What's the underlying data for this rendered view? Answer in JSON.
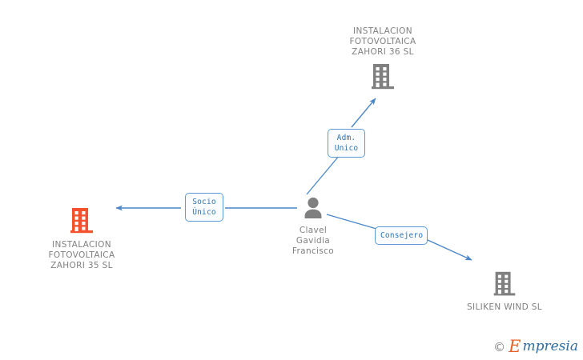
{
  "graph": {
    "title": "Empresia corporate relationship diagram",
    "colors": {
      "company_gray": "#808080",
      "company_orange": "#f4522e",
      "person_gray": "#7f7f7f",
      "edge_blue": "#4a86c8",
      "label_border": "#5b9bd5",
      "label_text": "#2e75b6",
      "caption_text": "#808080",
      "background": "#ffffff"
    },
    "nodes": [
      {
        "id": "zahori36",
        "kind": "company",
        "icon": "building-icon",
        "color": "#808080",
        "caption": "INSTALACION\nFOTOVOLTAICA\nZAHORI 36 SL",
        "caption_position": "top"
      },
      {
        "id": "zahori35",
        "kind": "company",
        "icon": "building-icon",
        "color": "#f4522e",
        "caption": "INSTALACION\nFOTOVOLTAICA\nZAHORI 35 SL",
        "caption_position": "bottom"
      },
      {
        "id": "person",
        "kind": "person",
        "icon": "person-icon",
        "color": "#7f7f7f",
        "caption": "Clavel\nGavidia\nFrancisco",
        "caption_position": "bottom"
      },
      {
        "id": "siliken",
        "kind": "company",
        "icon": "building-icon",
        "color": "#808080",
        "caption": "SILIKEN WIND SL",
        "caption_position": "bottom"
      }
    ],
    "edges": [
      {
        "id": "edge-adm-unico",
        "from": "person",
        "to": "zahori36",
        "label": "Adm.\nUnico"
      },
      {
        "id": "edge-socio-unico",
        "from": "person",
        "to": "zahori35",
        "label": "Socio\nÚnico"
      },
      {
        "id": "edge-consejero",
        "from": "person",
        "to": "siliken",
        "label": "Consejero"
      }
    ]
  },
  "watermark": {
    "copyright": "©",
    "brand_initial": "E",
    "brand_rest": "mpresia"
  }
}
